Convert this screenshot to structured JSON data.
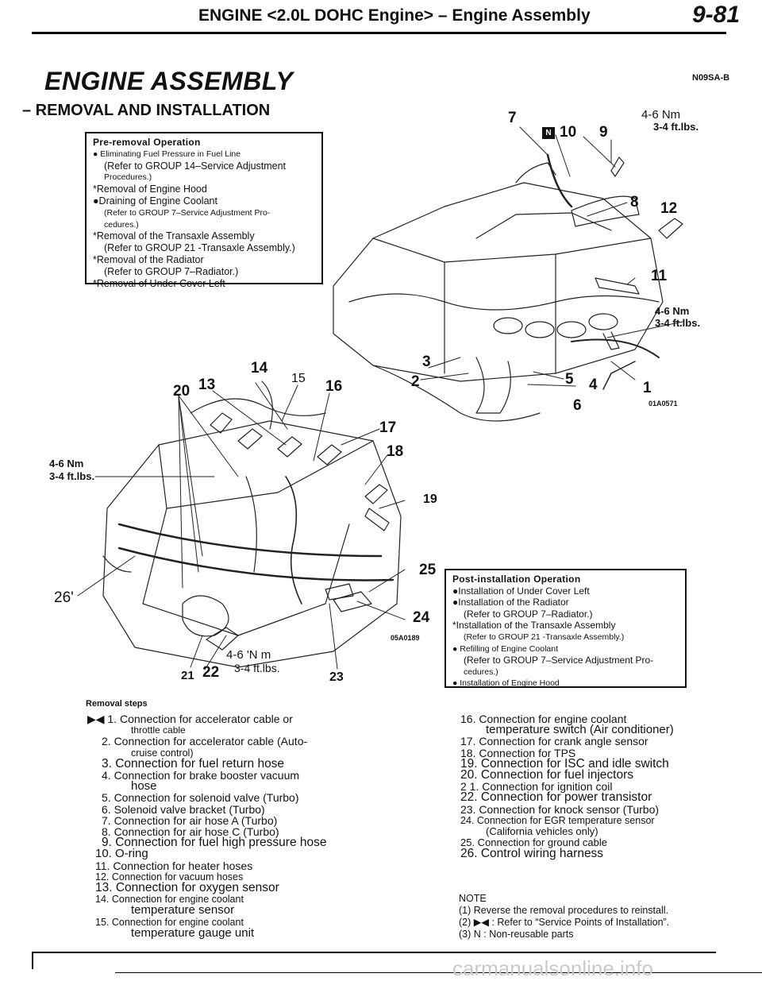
{
  "header": {
    "title": "ENGINE <2.0L DOHC Engine> – Engine Assembly",
    "page": "9-81"
  },
  "section_title": "ENGINE ASSEMBLY",
  "section_code": "N09SA-B",
  "subtitle": "– REMOVAL AND INSTALLATION",
  "pre_removal": {
    "heading": "Pre-removal Operation",
    "lines": [
      "● Eliminating Fuel Pressure in Fuel Line",
      "(Refer to GROUP 14–Service Adjustment",
      "Procedures.)",
      "*Removal of Engine Hood",
      "●Draining of Engine Coolant",
      "(Refer to GROUP 7–Service Adjustment Pro-",
      "cedures.)",
      "*Removal of the Transaxle Assembly",
      "(Refer to GROUP 21 -Transaxle Assembly.)",
      "*Removal of the Radiator",
      "(Refer to GROUP 7–Radiator.)",
      "*Removal of Under Cover Left"
    ]
  },
  "post_installation": {
    "heading": "Post-installation Operation",
    "lines": [
      "●Installation of Under Cover Left",
      "●Installation of the Radiator",
      "(Refer to GROUP 7–Radiator.)",
      "*Installation of the Transaxle Assembly",
      "(Refer to GROUP 21 -Transaxle Assembly.)",
      "● Refilling of Engine Coolant",
      "(Refer to GROUP 7–Service Adjustment Pro-",
      "cedures.)",
      "● Installation of Engine Hood"
    ]
  },
  "diagram_top": {
    "code": "01A0571",
    "torque_top": [
      "4-6 Nm",
      "3-4 ft.lbs."
    ],
    "torque_right": [
      "4-6 Nm",
      "3-4 ft.lbs."
    ],
    "labels": [
      "7",
      "10",
      "9",
      "8",
      "12",
      "11",
      "3",
      "2",
      "5",
      "4",
      "6",
      "1"
    ]
  },
  "diagram_bottom": {
    "code": "05A0189",
    "torque_left": [
      "4-6 Nm",
      "3-4 ft.lbs."
    ],
    "torque_bottom": [
      "4-6 'N m",
      "3-4 ft.lbs."
    ],
    "labels": [
      "14",
      "15",
      "20",
      "13",
      "16",
      "17",
      "18",
      "19",
      "25",
      "24",
      "26'",
      "21",
      "22",
      "23"
    ]
  },
  "removal_steps_heading": "Removal steps",
  "removal_steps_left": [
    "▶◀ 1. Connection for accelerator cable or",
    "throttle cable",
    "2. Connection for accelerator cable (Auto-",
    "cruise control)",
    "3. Connection for fuel return hose",
    "4. Connection for brake booster vacuum",
    "hose",
    "5. Connection for solenoid valve (Turbo)",
    "6. Solenoid valve bracket (Turbo)",
    "7. Connection for air hose A (Turbo)",
    "8. Connection for air hose C (Turbo)",
    "9. Connection for fuel high pressure hose",
    "10. O-ring",
    "11. Connection for heater hoses",
    "12. Connection for vacuum hoses",
    "13. Connection for oxygen sensor",
    "14. Connection for engine coolant",
    "temperature sensor",
    "15. Connection for engine coolant",
    "temperature gauge unit"
  ],
  "removal_steps_right": [
    "16. Connection for engine coolant",
    "temperature switch (Air conditioner)",
    "17. Connection for crank angle sensor",
    "18. Connection for TPS",
    "19. Connection for ISC and idle switch",
    "20. Connection for fuel injectors",
    "2 1. Connection for ignition coil",
    "22. Connection for power transistor",
    "23. Connection for knock sensor (Turbo)",
    "24. Connection for EGR temperature sensor",
    "(California vehicles only)",
    "25. Connection for ground cable",
    "26. Control wiring harness"
  ],
  "note": {
    "heading": "NOTE",
    "lines": [
      "(1) Reverse the removal procedures to reinstall.",
      "(2) ▶◀ : Refer to “Service Points of Installation”.",
      "(3) N : Non-reusable parts"
    ]
  },
  "watermark": "carmanualsonline.info"
}
